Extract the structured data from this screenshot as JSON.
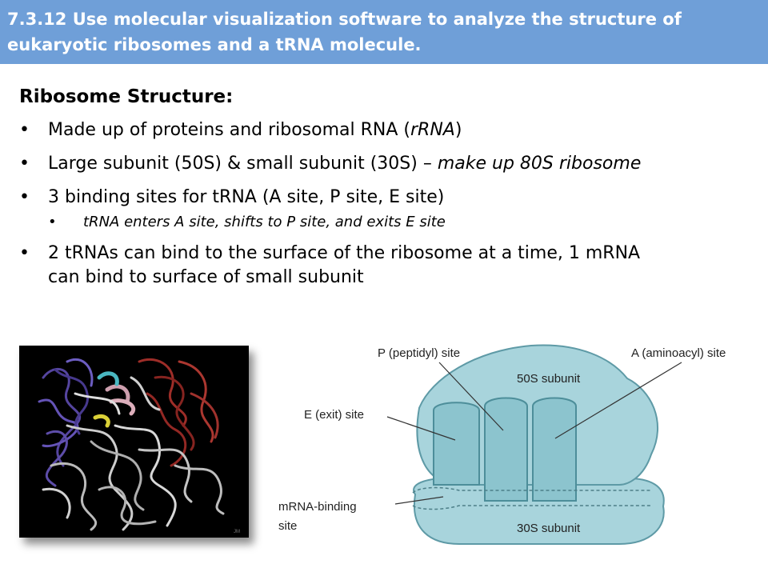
{
  "header": {
    "title_line1": "7.3.12 Use molecular visualization software to analyze the structure of",
    "title_line2": "eukaryotic ribosomes and a tRNA molecule."
  },
  "content": {
    "heading": "Ribosome Structure:",
    "bullet1_a": "Made up of proteins and ribosomal RNA (",
    "bullet1_b": "rRNA",
    "bullet1_c": ")",
    "bullet2_a": "Large subunit (50S) & small subunit (30S) – ",
    "bullet2_b": "make up 80S ribosome",
    "bullet3": "3 binding sites for tRNA (A site, P site, E site)",
    "sub_bullet": "tRNA enters A site, shifts to P site, and exits E site",
    "bullet4_line1": "2 tRNAs can bind to the surface of the ribosome at a time, 1 mRNA",
    "bullet4_line2": "can bind to surface of small subunit"
  },
  "diagram": {
    "p_site": "P (peptidyl) site",
    "a_site": "A (aminoacyl) site",
    "large_subunit": "50S subunit",
    "e_site": "E (exit) site",
    "mrna_line1": "mRNA-binding",
    "mrna_line2": "site",
    "small_subunit": "30S subunit"
  },
  "colors": {
    "header_bg": "#6f9fd8",
    "ribosome_fill": "#a8d4dc",
    "ribosome_stroke": "#5e9aa6"
  }
}
